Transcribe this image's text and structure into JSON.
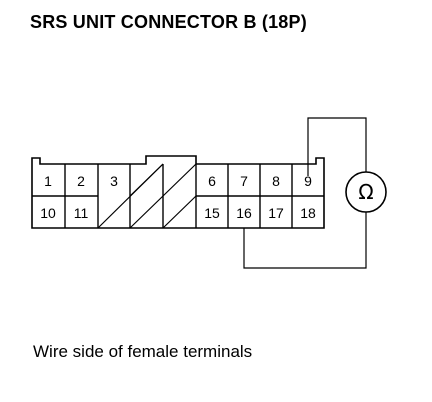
{
  "title": "SRS UNIT CONNECTOR B (18P)",
  "caption": "Wire side of female terminals",
  "connector": {
    "top_row": [
      "1",
      "2",
      "3",
      "",
      "",
      "6",
      "7",
      "8",
      "9"
    ],
    "bottom_row": [
      "10",
      "11",
      "",
      "",
      "",
      "15",
      "16",
      "17",
      "18"
    ],
    "blank_cells": "hatched (no terminal)"
  },
  "meter": {
    "symbol": "Ω",
    "probe_terminals": [
      "9",
      "16"
    ]
  }
}
